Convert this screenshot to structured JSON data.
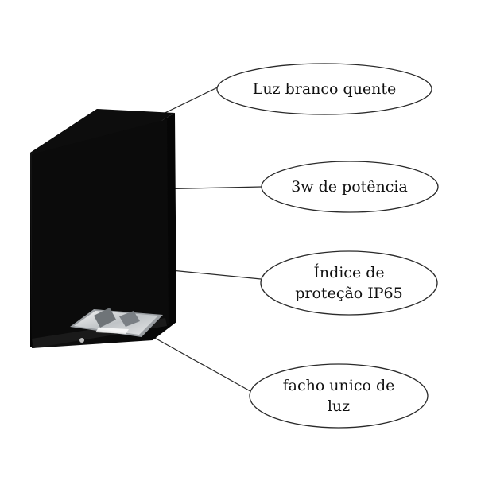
{
  "product": {
    "name": "wall-light-fixture",
    "body_color": "#0b0b0b"
  },
  "callouts": [
    {
      "text": "Luz branco quente"
    },
    {
      "text": "3w de potência"
    },
    {
      "text": "Índice de\nproteção IP65"
    },
    {
      "text": "facho unico de\nluz"
    }
  ],
  "colors": {
    "background": "#ffffff",
    "outline": "#2a2a2a",
    "text": "#111111"
  }
}
